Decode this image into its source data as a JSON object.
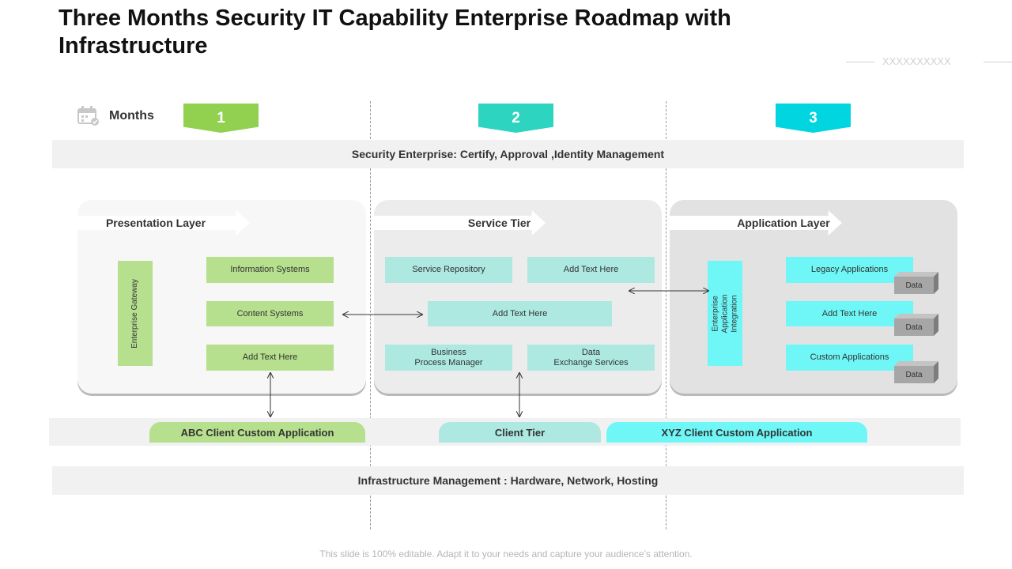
{
  "title": "Three Months Security IT Capability Enterprise Roadmap with Infrastructure",
  "decoration": "XXXXXXXXXX",
  "months": {
    "label": "Months",
    "items": [
      {
        "num": "1",
        "color": "#92d050"
      },
      {
        "num": "2",
        "color": "#2dd4bf"
      },
      {
        "num": "3",
        "color": "#00d5e0"
      }
    ]
  },
  "bands": {
    "security": "Security Enterprise: Certify, Approval ,Identity Management",
    "infrastructure": "Infrastructure Management : Hardware, Network, Hosting"
  },
  "presentation": {
    "title": "Presentation Layer",
    "gateway": "Enterprise Gateway",
    "boxes": [
      "Information Systems",
      "Content Systems",
      "Add Text Here"
    ]
  },
  "service": {
    "title": "Service Tier",
    "repo": "Service Repository",
    "top_right": "Add Text Here",
    "middle": "Add Text Here",
    "bpm": "Business\nProcess Manager",
    "des": "Data\nExchange Services"
  },
  "application": {
    "title": "Application Layer",
    "integration": "Enterprise Application\nIntegration",
    "boxes": [
      "Legacy Applications",
      "Add Text Here",
      "Custom Applications"
    ],
    "data_label": "Data"
  },
  "clients": {
    "abc": "ABC Client Custom Application",
    "tier": "Client Tier",
    "xyz": "XYZ Client Custom Application"
  },
  "footer": "This slide is 100% editable. Adapt it to your needs and capture your audience’s attention."
}
